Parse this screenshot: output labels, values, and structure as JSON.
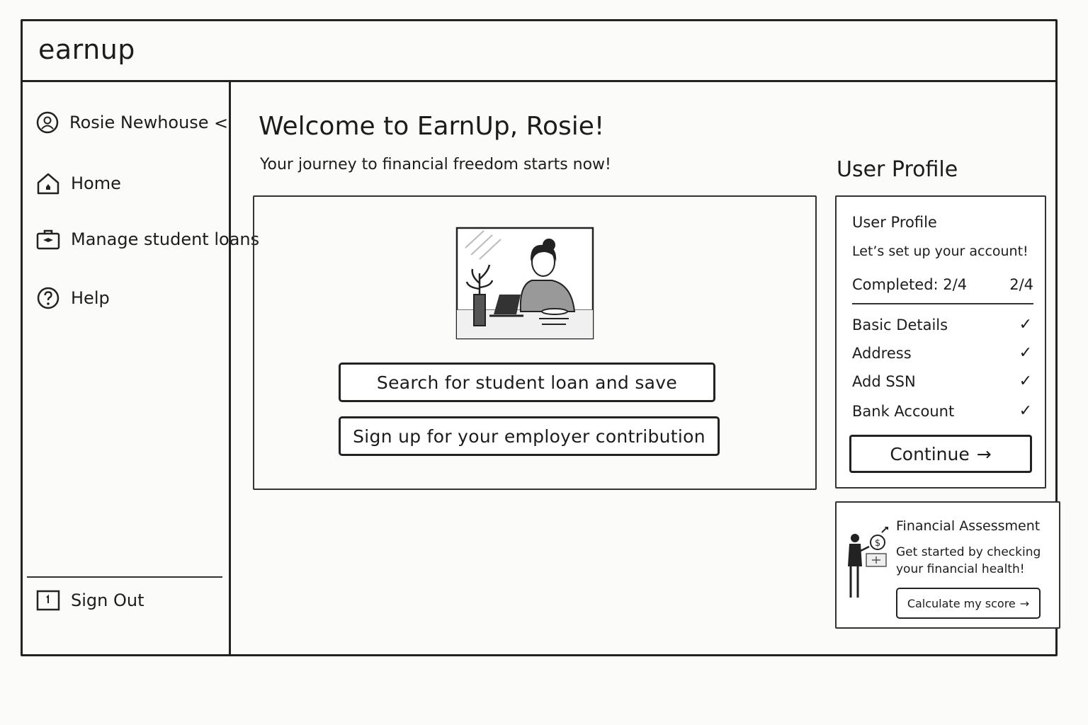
{
  "app": {
    "logo": "earnup"
  },
  "sidebar": {
    "user_name": "Rosie Newhouse",
    "collapse_glyph": "<",
    "items": [
      {
        "label": "Home",
        "icon": "home-icon"
      },
      {
        "label": "Manage student loans",
        "icon": "briefcase-icon"
      },
      {
        "label": "Help",
        "icon": "help-icon"
      }
    ],
    "sign_out": "Sign Out"
  },
  "main": {
    "title": "Welcome to EarnUp, Rosie!",
    "subtitle": "Your journey to financial freedom starts now!",
    "actions": [
      "Search for student loan and save",
      "Sign up for your employer contribution"
    ]
  },
  "profile": {
    "heading": "User Profile",
    "card_title": "User Profile",
    "card_subtitle": "Let’s set up your account!",
    "completed_label": "Completed: 2/4",
    "completed_count": "2/4",
    "steps": [
      {
        "label": "Basic Details",
        "check": "✓"
      },
      {
        "label": "Address",
        "check": "✓"
      },
      {
        "label": "Add SSN",
        "check": "✓"
      },
      {
        "label": "Bank Account",
        "check": "✓"
      }
    ],
    "continue_label": "Continue",
    "continue_arrow": "→"
  },
  "assessment": {
    "title": "Financial Assessment",
    "description": "Get started by checking your financial health!",
    "button_label": "Calculate my score",
    "button_arrow": "→"
  }
}
